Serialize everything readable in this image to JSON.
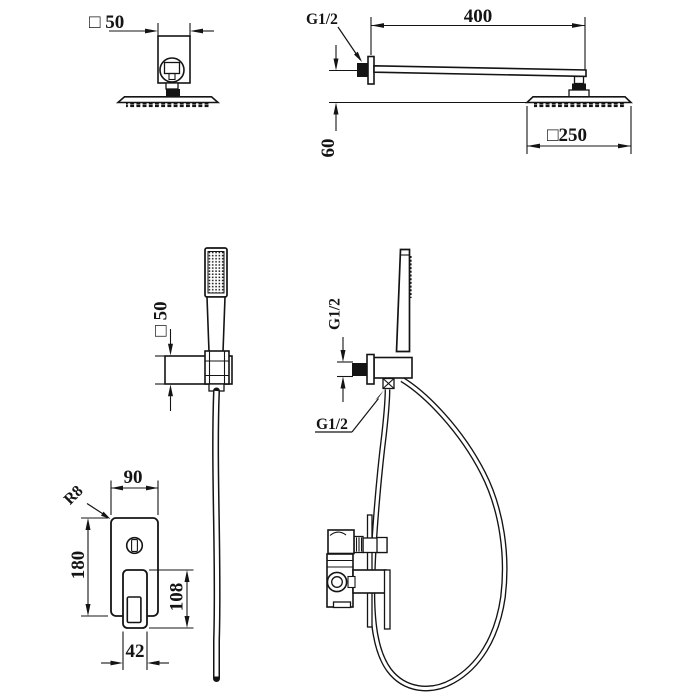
{
  "drawing": {
    "background": "#ffffff",
    "line_color": "#141414",
    "overhead_side": {
      "dim_width": "□ 50"
    },
    "arm_side": {
      "thread": "G1/2",
      "dim_length": "400",
      "dim_drop": "60",
      "dim_head_width": "□250"
    },
    "handshower_front": {
      "dim_bracket": "□ 50"
    },
    "handshower_side": {
      "outlet_thread": "G1/2",
      "hose_thread": "G1/2"
    },
    "valve_front": {
      "dim_width": "90",
      "dim_corner_radius": "R8",
      "dim_height": "180",
      "dim_handle_length": "108",
      "dim_handle_width": "42"
    }
  }
}
